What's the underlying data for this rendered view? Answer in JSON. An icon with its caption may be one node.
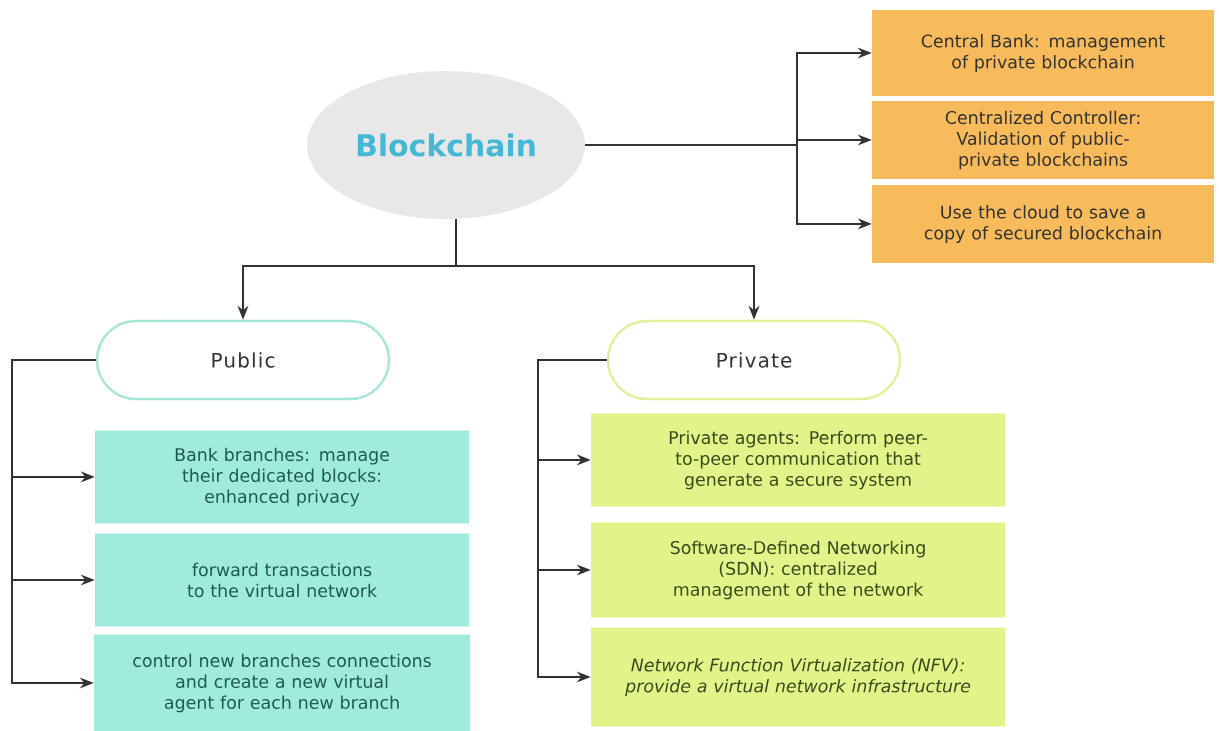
{
  "diagram": {
    "nodes": [
      {
        "text": [
          "Blockchain"
        ]
      },
      {
        "text": [
          "Central Bank: management of private blockchain"
        ]
      },
      {
        "text": [
          "Centralized Controller: Validation of public-private blockchains"
        ]
      },
      {
        "text": [
          "Use the cloud to save a copy of secured blockchain"
        ]
      },
      {
        "text": [
          "Public"
        ]
      },
      {
        "text": [
          "Private"
        ]
      },
      {
        "text": [
          "Bank branches: manage their dedicated blocks: enhanced privacy"
        ]
      },
      {
        "text": [
          "forward transactions to the virtual network"
        ]
      },
      {
        "text": [
          "control new branches connections and create a new virtual agent for each new branch"
        ]
      },
      {
        "text": [
          "Private agents: Perform peer-to-peer communication that generate a secure system"
        ]
      },
      {
        "text": [
          "Software-Defined Networking (SDN): centralized management of the network"
        ]
      },
      {
        "text": [
          "Network Function Virtualization (NFV): provide a virtual network infrastructure"
        ]
      }
    ],
    "edges": [
      {
        "from": 0,
        "to": 1,
        "arrow": "to"
      },
      {
        "from": 0,
        "to": 2,
        "arrow": "to"
      },
      {
        "from": 0,
        "to": 3,
        "arrow": "to"
      },
      {
        "from": 0,
        "to": 4,
        "arrow": "to"
      },
      {
        "from": 0,
        "to": 5,
        "arrow": "to"
      },
      {
        "from": 4,
        "to": 6,
        "arrow": "to"
      },
      {
        "from": 4,
        "to": 7,
        "arrow": "to"
      },
      {
        "from": 4,
        "to": 8,
        "arrow": "to"
      },
      {
        "from": 5,
        "to": 9,
        "arrow": "to"
      },
      {
        "from": 5,
        "to": 10,
        "arrow": "to"
      },
      {
        "from": 5,
        "to": 11,
        "arrow": "to"
      }
    ]
  }
}
